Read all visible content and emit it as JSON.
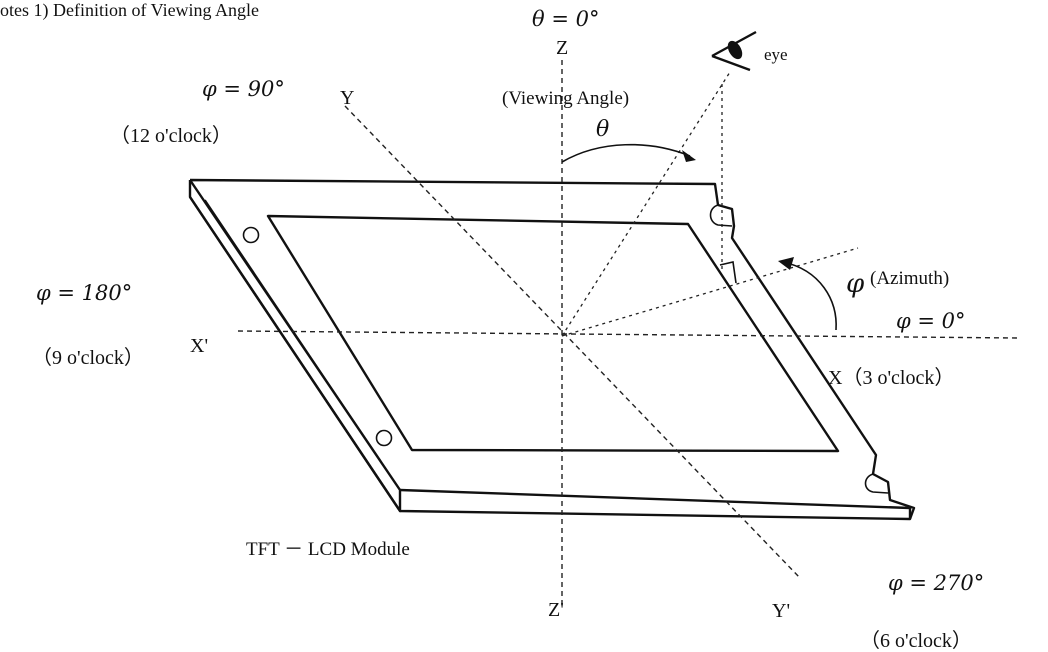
{
  "heading": "otes   1)  Definition of Viewing Angle",
  "labels": {
    "theta_zero": "θ = 0°",
    "z_axis": "Z",
    "z_prime": "Z'",
    "x_prime": "X'",
    "x_axis": "X（3 o'clock）",
    "y_axis": "Y",
    "y_prime": "Y'",
    "eye": "eye",
    "viewing_angle": "(Viewing Angle)",
    "theta": "θ",
    "azimuth": "(Azimuth)",
    "phi": "φ",
    "phi_90": "φ = 90°",
    "clock_12": "（12 o'clock）",
    "phi_180": "φ = 180°",
    "clock_9": "（9 o'clock）",
    "phi_0": "φ = 0°",
    "phi_270": "φ = 270°",
    "clock_6": "（6 o'clock）",
    "module": "TFT － LCD Module",
    "hole": "O"
  }
}
